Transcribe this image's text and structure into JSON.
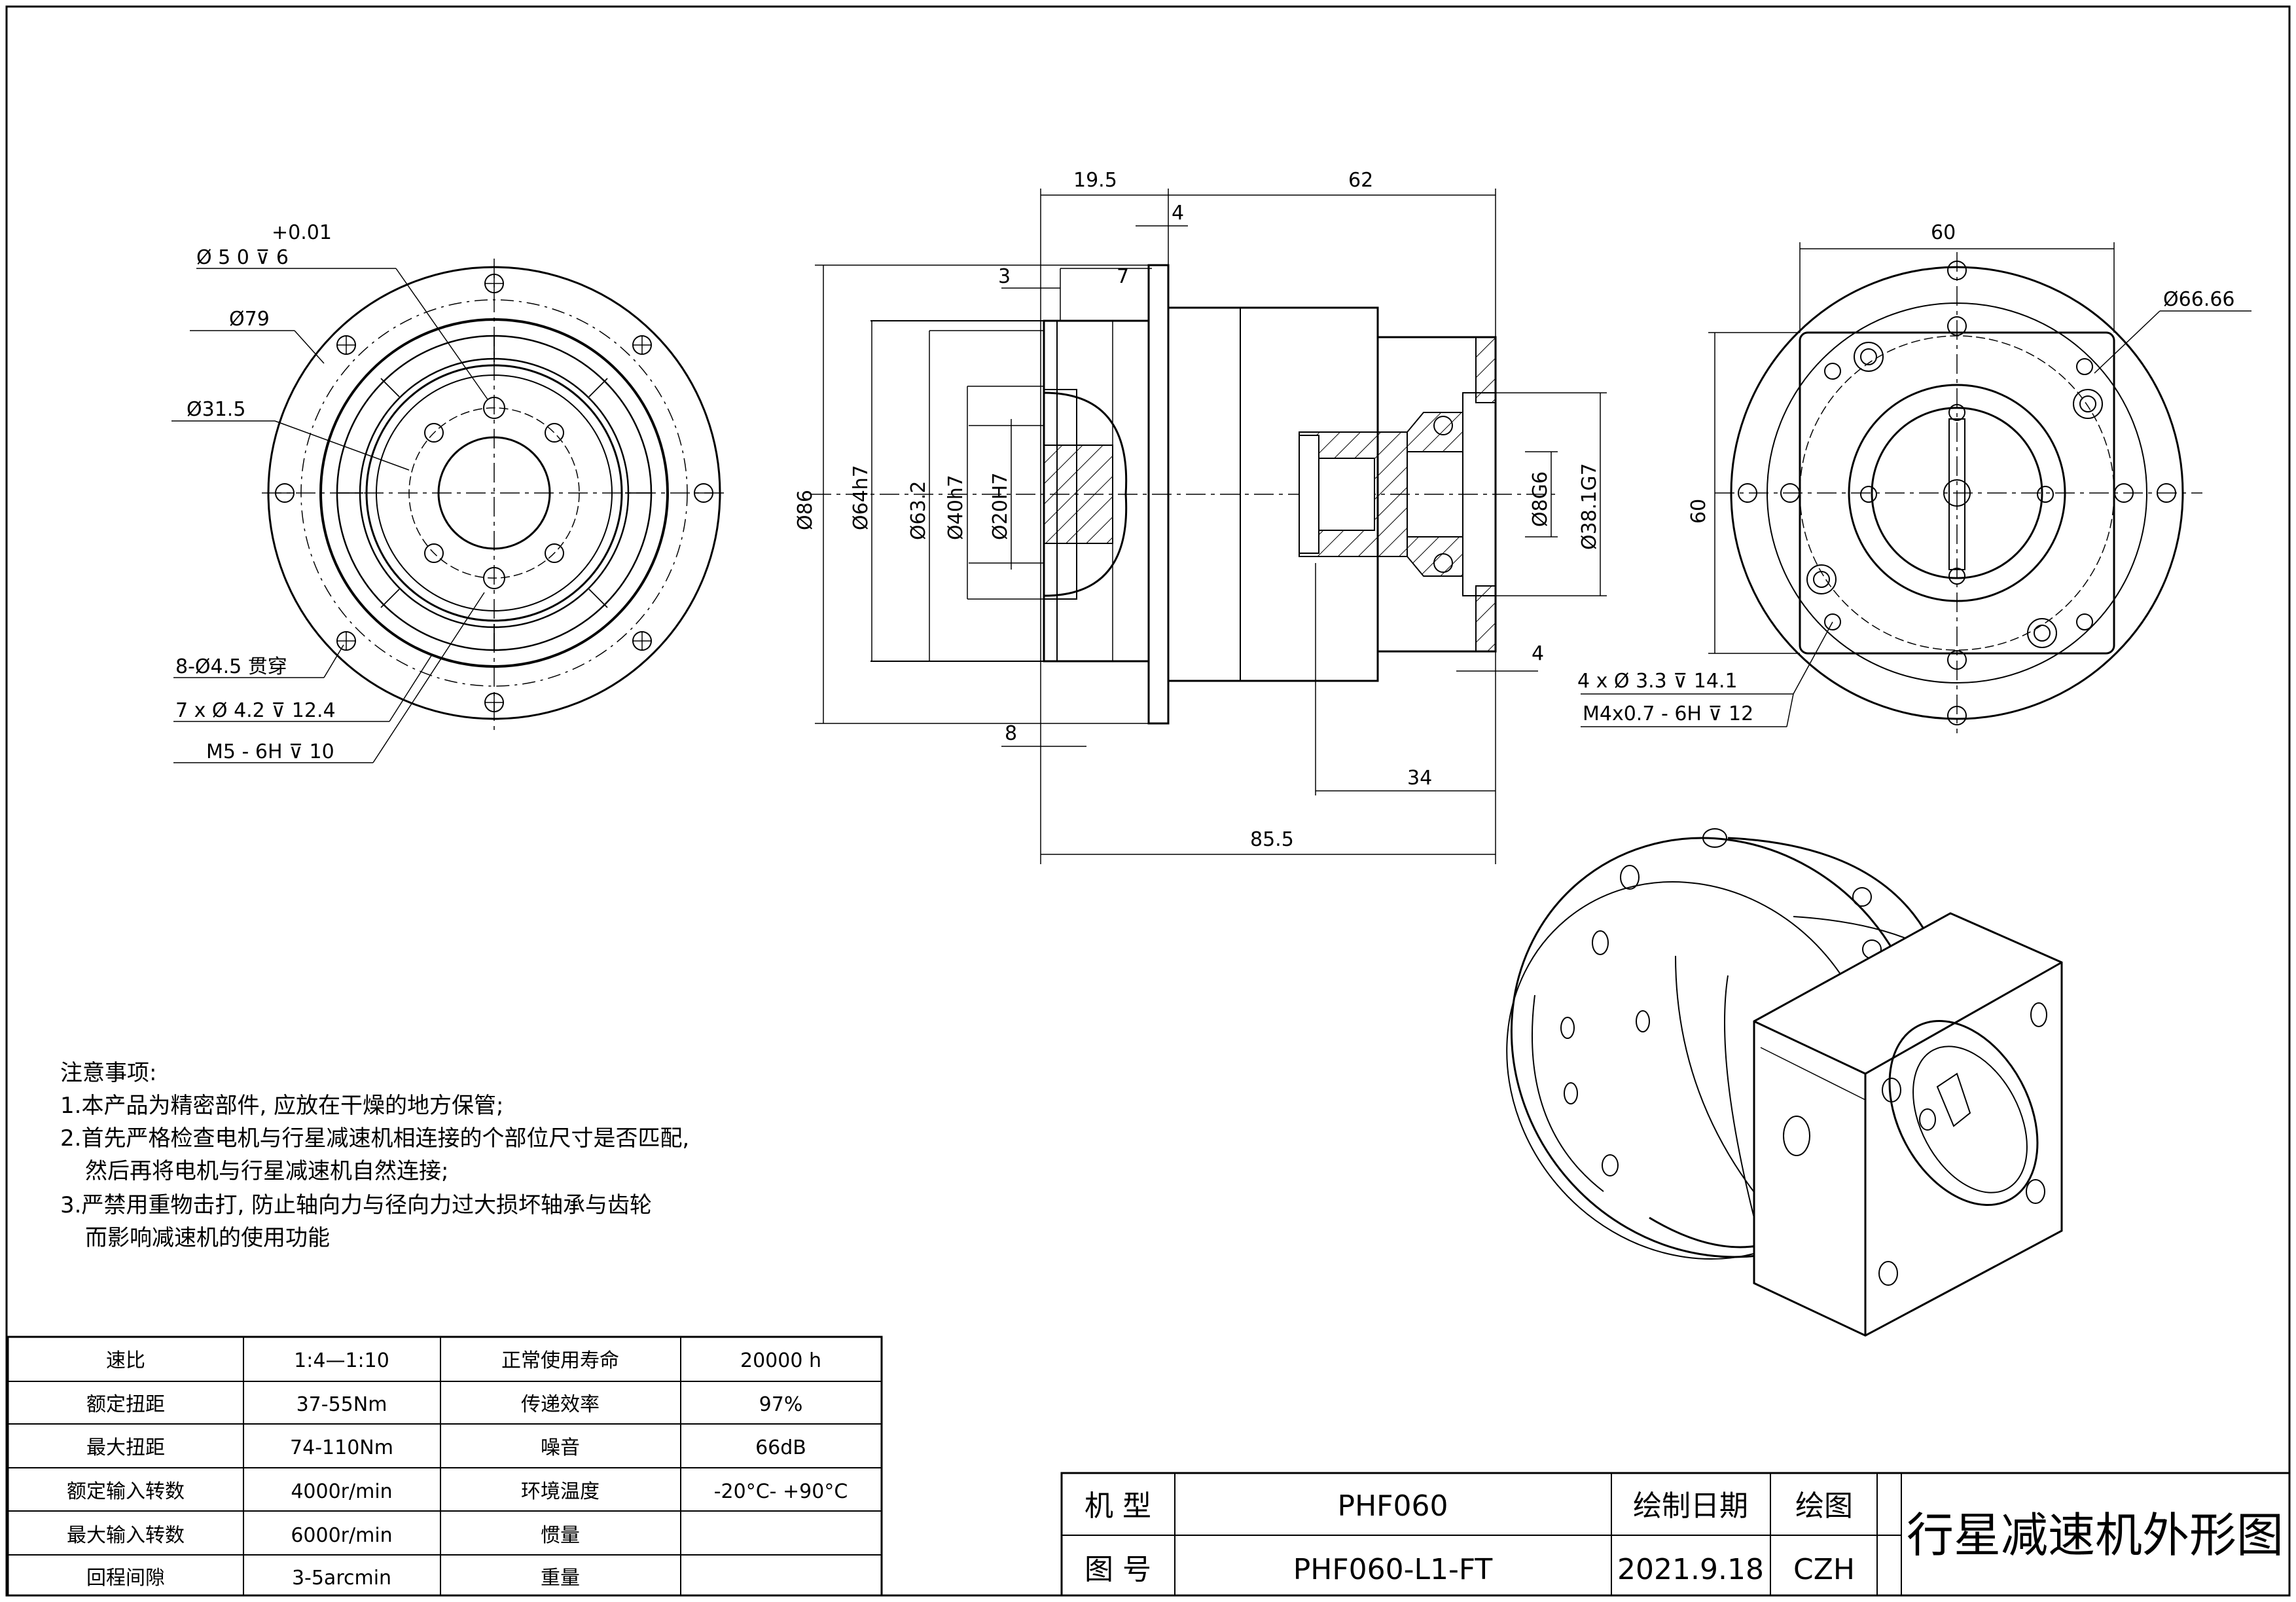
{
  "front_view": {
    "tol": "+0.01",
    "hole_spec_main": "Ø 5   0   ⊽ 6",
    "d79": "Ø79",
    "d31": "Ø31.5",
    "callout1": "8-Ø4.5 贯穿",
    "callout2": "7 x Ø 4.2 ⊽ 12.4",
    "callout3": "M5 - 6H ⊽ 10"
  },
  "side_view": {
    "d_19_5": "19.5",
    "d_62": "62",
    "d_4_top": "4",
    "d_3": "3",
    "d_7": "7",
    "d_86": "Ø86",
    "d_64h7": "Ø64h7",
    "d_63_2": "Ø63.2",
    "d_40h7": "Ø40h7",
    "d_20H7": "Ø20H7",
    "d_8G6": "Ø8G6",
    "d_38G7": "Ø38.1G7",
    "d_4_bot": "4",
    "d_8": "8",
    "d_34": "34",
    "d_85_5": "85.5"
  },
  "rear_view": {
    "d_60_top": "60",
    "d_60_side": "60",
    "d_66": "Ø66.66",
    "callout1": "4 x Ø 3.3 ⊽ 14.1",
    "callout2": "M4x0.7 - 6H ⊽ 12"
  },
  "notes": {
    "title": "注意事项:",
    "n1": "1.本产品为精密部件, 应放在干燥的地方保管;",
    "n2a": "2.首先严格检查电机与行星减速机相连接的个部位尺寸是否匹配,",
    "n2b": "然后再将电机与行星减速机自然连接;",
    "n3a": "3.严禁用重物击打, 防止轴向力与径向力过大损坏轴承与齿轮",
    "n3b": "而影响减速机的使用功能"
  },
  "spec_table": {
    "rows": [
      [
        "速比",
        "1:4—1:10",
        "正常使用寿命",
        "20000 h"
      ],
      [
        "额定扭距",
        "37-55Nm",
        "传递效率",
        "97%"
      ],
      [
        "最大扭距",
        "74-110Nm",
        "噪音",
        "66dB"
      ],
      [
        "额定输入转数",
        "4000r/min",
        "环境温度",
        "-20°C- +90°C"
      ],
      [
        "最大输入转数",
        "6000r/min",
        "惯量",
        ""
      ],
      [
        "回程间隙",
        "3-5arcmin",
        "重量",
        ""
      ]
    ]
  },
  "title_block": {
    "label_model": "机 型",
    "model": "PHF060",
    "label_date": "绘制日期",
    "label_drawer": "绘图",
    "label_no": "图 号",
    "drawing_no": "PHF060-L1-FT",
    "date": "2021.9.18",
    "drawer": "CZH",
    "title": "行星减速机外形图"
  },
  "colors": {
    "line": "#000000",
    "background": "#ffffff",
    "hatch": "#000000"
  }
}
